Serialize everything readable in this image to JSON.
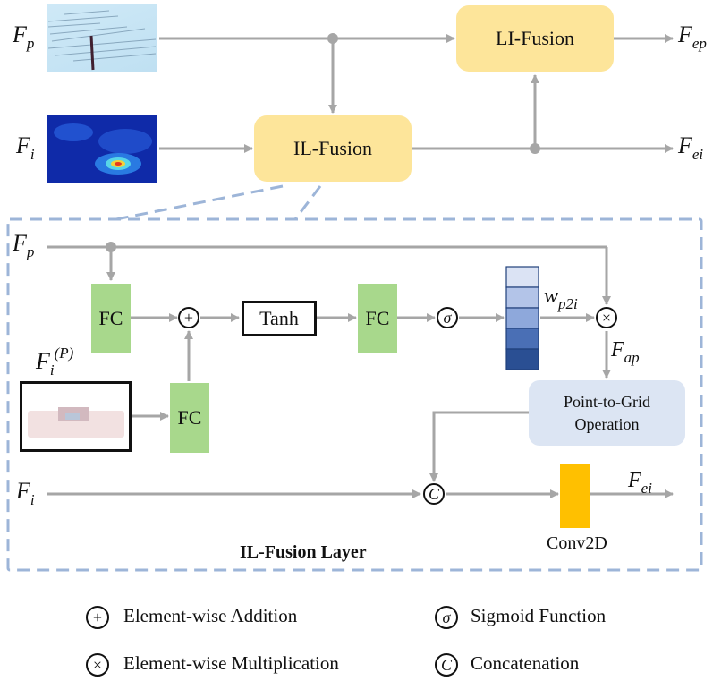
{
  "top": {
    "fp_label": "F",
    "fp_sub": "p",
    "fi_label": "F",
    "fi_sub": "i",
    "fep_label": "F",
    "fep_sub": "ep",
    "fei_label": "F",
    "fei_sub": "ei",
    "il_fusion": "IL-Fusion",
    "li_fusion": "LI-Fusion"
  },
  "layer": {
    "title": "IL-Fusion Layer",
    "fp_label": "F",
    "fp_sub": "p",
    "fi_label": "F",
    "fi_sub": "i",
    "fip_label": "F",
    "fip_sub": "i",
    "fip_sup": "(P)",
    "fc1": "FC",
    "fc2": "FC",
    "fc3": "FC",
    "tanh": "Tanh",
    "w_label": "w",
    "w_sub": "p2i",
    "fap_label": "F",
    "fap_sub": "ap",
    "fei_label": "F",
    "fei_sub": "ei",
    "p2g_line1": "Point-to-Grid",
    "p2g_line2": "Operation",
    "conv": "Conv2D",
    "weight_colors": [
      "#dbe3f4",
      "#b3c4e8",
      "#8ea8db",
      "#4a6fb5",
      "#2a4f93"
    ]
  },
  "symbols": {
    "add": "+",
    "mul": "×",
    "sigma": "σ",
    "concat": "C"
  },
  "legend": {
    "addition": "Element-wise Addition",
    "multiplication": "Element-wise Multiplication",
    "sigmoid": "Sigmoid Function",
    "concatenation": "Concatenation"
  },
  "colors": {
    "arrow": "#a6a6a6",
    "dashed": "#9db5d8",
    "fusion_fill": "#fde59a",
    "fc_fill": "#a8d88c",
    "conv_fill": "#ffc000",
    "p2g_fill": "#dce5f3"
  }
}
